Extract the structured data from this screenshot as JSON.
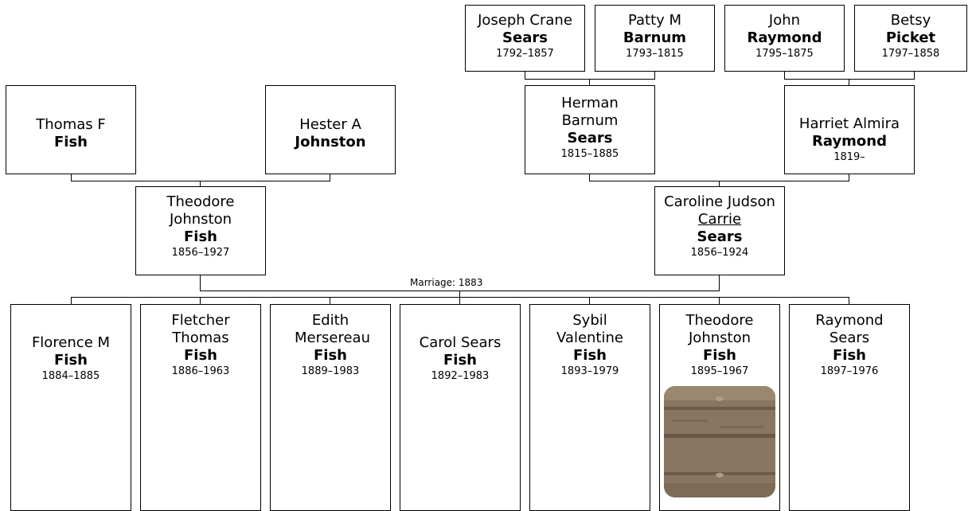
{
  "people": {
    "thomas_f_fish": {
      "given": "Thomas F",
      "surname": "Fish",
      "dates": ""
    },
    "hester_a": {
      "given": "Hester A",
      "surname": "Johnston",
      "dates": ""
    },
    "theodore_sr": {
      "given": "Theodore Johnston",
      "surname": "Fish",
      "dates": "1856–1927"
    },
    "joseph_crane": {
      "given": "Joseph Crane",
      "surname": "Sears",
      "dates": "1792–1857"
    },
    "patty_m": {
      "given": "Patty M",
      "surname": "Barnum",
      "dates": "1793–1815"
    },
    "john_raymond": {
      "given": "John",
      "surname": "Raymond",
      "dates": "1795–1875"
    },
    "betsy_picket": {
      "given": "Betsy",
      "surname": "Picket",
      "dates": "1797–1858"
    },
    "herman": {
      "given": "Herman Barnum",
      "surname": "Sears",
      "dates": "1815–1885"
    },
    "harriet": {
      "given": "Harriet Almira",
      "surname": "Raymond",
      "dates": "1819–"
    },
    "caroline": {
      "given": "Caroline Judson",
      "nickname": "Carrie",
      "surname": "Sears",
      "dates": "1856–1924"
    }
  },
  "marriage_label": "Marriage: 1883",
  "children": [
    {
      "given": "Florence M",
      "surname": "Fish",
      "dates": "1884–1885"
    },
    {
      "given": "Fletcher Thomas",
      "surname": "Fish",
      "dates": "1886–1963"
    },
    {
      "given": "Edith Mersereau",
      "surname": "Fish",
      "dates": "1889–1983"
    },
    {
      "given": "Carol Sears",
      "surname": "Fish",
      "dates": "1892–1983"
    },
    {
      "given": "Sybil Valentine",
      "surname": "Fish",
      "dates": "1893–1979"
    },
    {
      "given": "Theodore Johnston",
      "surname": "Fish",
      "dates": "1895–1967"
    },
    {
      "given": "Raymond Sears",
      "surname": "Fish",
      "dates": "1897–1976"
    }
  ],
  "colors": {
    "border": "#000000",
    "photo": "#8a7660"
  }
}
